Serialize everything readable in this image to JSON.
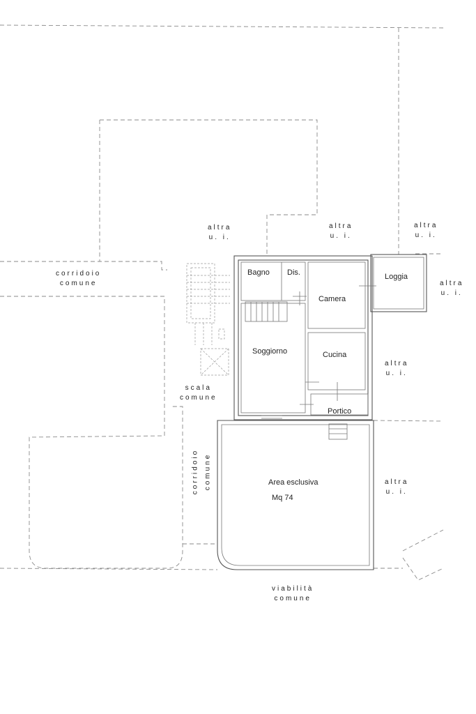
{
  "rooms": {
    "bagno": "Bagno",
    "dis": "Dis.",
    "camera": "Camera",
    "loggia": "Loggia",
    "soggiorno": "Soggiorno",
    "cucina": "Cucina",
    "portico": "Portico",
    "area_line1": "Area esclusiva",
    "area_line2": "Mq 74"
  },
  "neighbors": {
    "altra": "altra",
    "ui": "u. i."
  },
  "common": {
    "corridoio": "corridoio",
    "comune": "comune",
    "scala": "scala",
    "viabilita": "viabilità"
  }
}
